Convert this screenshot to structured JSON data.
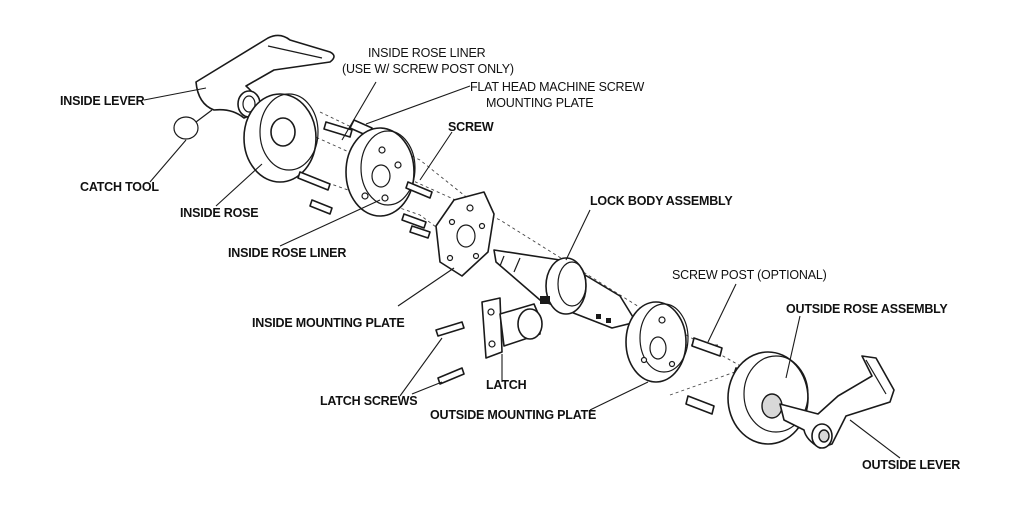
{
  "labels": {
    "inside_lever": "INSIDE LEVER",
    "catch_tool": "CATCH TOOL",
    "inside_rose": "INSIDE ROSE",
    "inside_rose_liner_top_1": "INSIDE ROSE LINER",
    "inside_rose_liner_top_2": "(USE W/ SCREW POST ONLY)",
    "flat_head_1": "FLAT HEAD MACHINE SCREW",
    "flat_head_2": "MOUNTING PLATE",
    "screw": "SCREW",
    "inside_rose_liner": "INSIDE ROSE LINER",
    "lock_body_assembly": "LOCK BODY ASSEMBLY",
    "screw_post": "SCREW POST (OPTIONAL)",
    "outside_rose_assembly": "OUTSIDE ROSE ASSEMBLY",
    "inside_mounting_plate": "INSIDE MOUNTING PLATE",
    "latch_screws": "LATCH SCREWS",
    "latch": "LATCH",
    "outside_mounting_plate": "OUTSIDE MOUNTING PLATE",
    "outside_lever": "OUTSIDE LEVER"
  }
}
